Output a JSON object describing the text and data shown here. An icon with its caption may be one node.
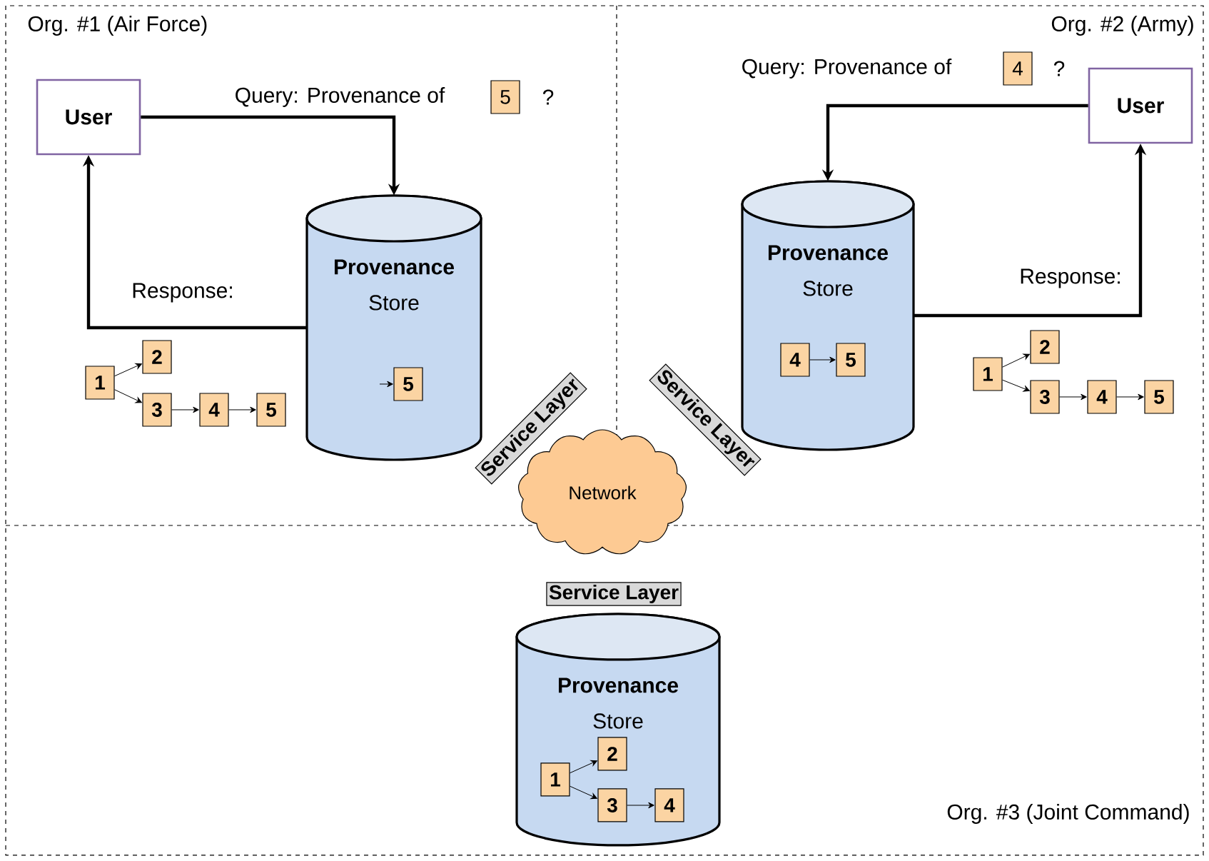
{
  "diagram": {
    "nodes": [
      {
        "text": [
          "User"
        ]
      },
      {
        "text": [
          "Provenance",
          "Store"
        ]
      },
      {
        "text": [
          "5"
        ]
      },
      {
        "text": [
          "1"
        ]
      },
      {
        "text": [
          "2"
        ]
      },
      {
        "text": [
          "3"
        ]
      },
      {
        "text": [
          "4"
        ]
      },
      {
        "text": [
          "5"
        ]
      },
      {
        "text": [
          "5"
        ],
        "in": 1
      },
      {
        "text": [
          "User"
        ]
      },
      {
        "text": [
          "Provenance",
          "Store"
        ]
      },
      {
        "text": [
          "4"
        ]
      },
      {
        "text": [
          "4"
        ],
        "in": 10
      },
      {
        "text": [
          "5"
        ],
        "in": 10
      },
      {
        "text": [
          "1"
        ]
      },
      {
        "text": [
          "2"
        ]
      },
      {
        "text": [
          "3"
        ]
      },
      {
        "text": [
          "4"
        ]
      },
      {
        "text": [
          "5"
        ]
      },
      {
        "text": [
          "Service Layer"
        ]
      },
      {
        "text": [
          "Service Layer"
        ]
      },
      {
        "text": [
          "Network"
        ]
      },
      {
        "text": [
          "Service Layer"
        ]
      },
      {
        "text": [
          "Provenance",
          "Store"
        ]
      },
      {
        "text": [
          "1"
        ],
        "in": 23
      },
      {
        "text": [
          "2"
        ],
        "in": 23
      },
      {
        "text": [
          "3"
        ],
        "in": 23
      },
      {
        "text": [
          "4"
        ],
        "in": 23
      }
    ],
    "edges": [
      {
        "from": 0,
        "to": 1,
        "arrow": "to",
        "label": "Query: Provenance of",
        "style": "thick"
      },
      {
        "from": 1,
        "to": 0,
        "arrow": "to",
        "label": "Response:",
        "style": "thick"
      },
      {
        "from": 3,
        "to": 4,
        "arrow": "to"
      },
      {
        "from": 3,
        "to": 5,
        "arrow": "to"
      },
      {
        "from": 5,
        "to": 6,
        "arrow": "to"
      },
      {
        "from": 6,
        "to": 7,
        "arrow": "to"
      },
      {
        "from": null,
        "to": 8,
        "arrow": "to"
      },
      {
        "from": 9,
        "to": 10,
        "arrow": "to",
        "label": "Query: Provenance of",
        "style": "thick"
      },
      {
        "from": 10,
        "to": 9,
        "arrow": "to",
        "label": "Response:",
        "style": "thick"
      },
      {
        "from": 12,
        "to": 13,
        "arrow": "to"
      },
      {
        "from": 14,
        "to": 15,
        "arrow": "to"
      },
      {
        "from": 14,
        "to": 16,
        "arrow": "to"
      },
      {
        "from": 16,
        "to": 17,
        "arrow": "to"
      },
      {
        "from": 17,
        "to": 18,
        "arrow": "to"
      },
      {
        "from": 24,
        "to": 25,
        "arrow": "to"
      },
      {
        "from": 24,
        "to": 26,
        "arrow": "to"
      },
      {
        "from": 26,
        "to": 27,
        "arrow": "to"
      }
    ],
    "labels": [
      "Org. #1 (Air Force)",
      "?",
      "Org. #2 (Army)",
      "?",
      "Org. #3 (Joint Command)"
    ]
  }
}
